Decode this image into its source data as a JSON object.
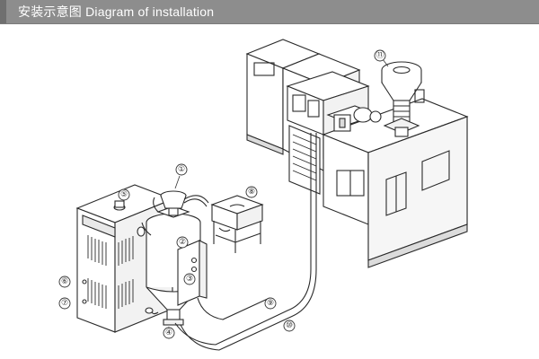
{
  "header": {
    "title": "安装示意图 Diagram of installation"
  },
  "callouts": [
    "①",
    "②",
    "③",
    "④",
    "⑤",
    "⑥",
    "⑦",
    "⑧",
    "⑨",
    "⑩",
    "⑪"
  ]
}
